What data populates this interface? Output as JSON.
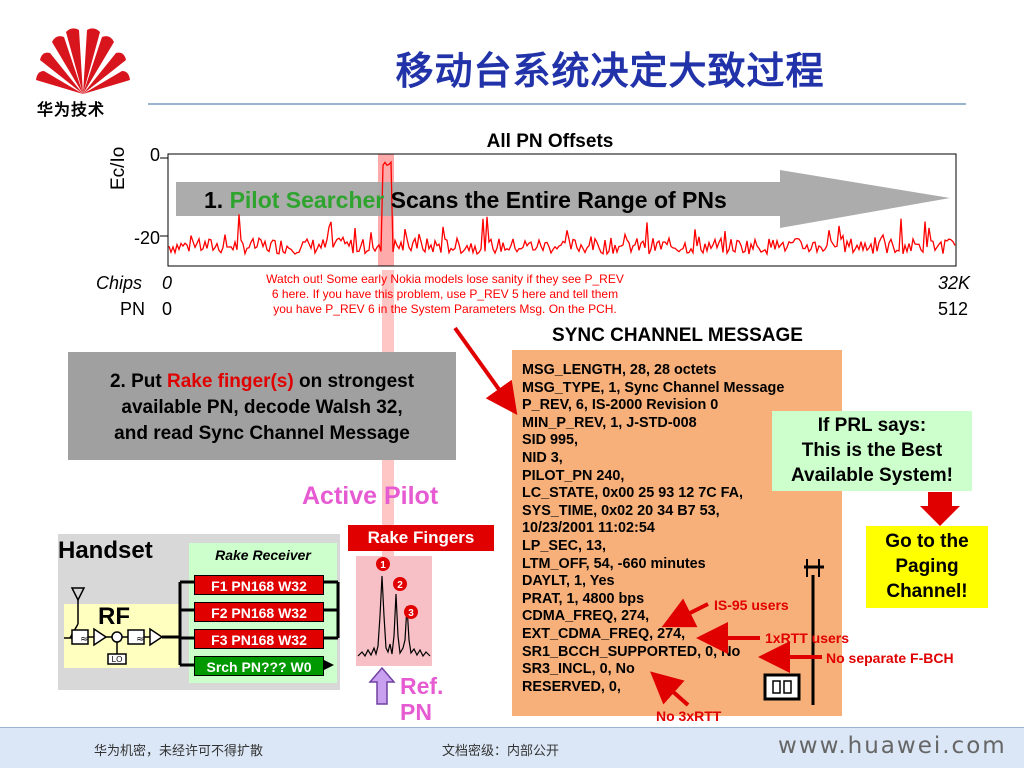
{
  "slide": {
    "title": "移动台系统决定大致过程",
    "brand": "华为技术",
    "footer_left": "华为机密，未经许可不得扩散",
    "footer_center": "文档密级：内部公开",
    "footer_url": "www.huawei.com"
  },
  "scan_chart": {
    "title": "All PN Offsets",
    "ylabel": "Ec/Io",
    "y_top_tick": "0",
    "y_bottom_tick": "-20",
    "chips_label": "Chips",
    "chips_start": "0",
    "chips_end": "32K",
    "pn_label": "PN",
    "pn_start": "0",
    "pn_end": "512",
    "step1_number": "1.",
    "step1_highlight": "Pilot Searcher",
    "step1_rest": "Scans the Entire Range of PNs",
    "trace_color": "#ff0000",
    "highlight_color": "#ff9999"
  },
  "warning": {
    "line1": "Watch out! Some early Nokia models lose sanity if they see P_REV",
    "line2": "6 here. If you have this problem, use P_REV 5 here and tell them",
    "line3": "you have P_REV 6 in the System Parameters Msg. On the PCH."
  },
  "step2": {
    "prefix": "2. Put",
    "highlight": "Rake finger(s)",
    "suffix": "on strongest",
    "line2": "available PN,  decode Walsh 32,",
    "line3": "and read Sync Channel Message"
  },
  "sync_message": {
    "title": "SYNC CHANNEL MESSAGE",
    "lines": [
      "MSG_LENGTH, 28, 28 octets",
      "MSG_TYPE, 1, Sync Channel Message",
      "P_REV, 6, IS-2000 Revision 0",
      "MIN_P_REV, 1, J-STD-008",
      "SID 995,",
      "NID 3,",
      "PILOT_PN 240,",
      "LC_STATE, 0x00 25 93 12 7C FA,",
      "SYS_TIME, 0x02 20 34 B7 53,",
      "10/23/2001 11:02:54",
      "LP_SEC, 13,",
      "LTM_OFF, 54, -660 minutes",
      "DAYLT, 1, Yes",
      "PRAT, 1, 4800 bps",
      "CDMA_FREQ, 274,",
      "EXT_CDMA_FREQ, 274,",
      "SR1_BCCH_SUPPORTED, 0, No",
      "SR3_INCL, 0, No",
      "RESERVED, 0,"
    ]
  },
  "prl_box": {
    "line1": "If PRL says:",
    "line2": "This is the Best",
    "line3": "Available System!"
  },
  "paging_box": {
    "line1": "Go to the",
    "line2": "Paging",
    "line3": "Channel!"
  },
  "annotations": {
    "is95": "IS-95 users",
    "rtt1x": "1xRTT  users",
    "no_fbch": "No separate F-BCH",
    "no3x": "No 3xRTT"
  },
  "pilot_panel": {
    "active_pilot": "Active Pilot",
    "rake_fingers": "Rake Fingers",
    "finger_marks": [
      "1",
      "2",
      "3"
    ],
    "ref_pn_line1": "Ref.",
    "ref_pn_line2": "PN"
  },
  "handset": {
    "title": "Handset",
    "rake_receiver": "Rake Receiver",
    "fingers": [
      {
        "label": "F1 PN168 W32",
        "color": "#e00000"
      },
      {
        "label": "F2 PN168 W32",
        "color": "#e00000"
      },
      {
        "label": "F3 PN168 W32",
        "color": "#e00000"
      },
      {
        "label": "Srch PN??? W0",
        "color": "#009900"
      }
    ],
    "rf_label": "RF",
    "lo_label": "LO"
  }
}
